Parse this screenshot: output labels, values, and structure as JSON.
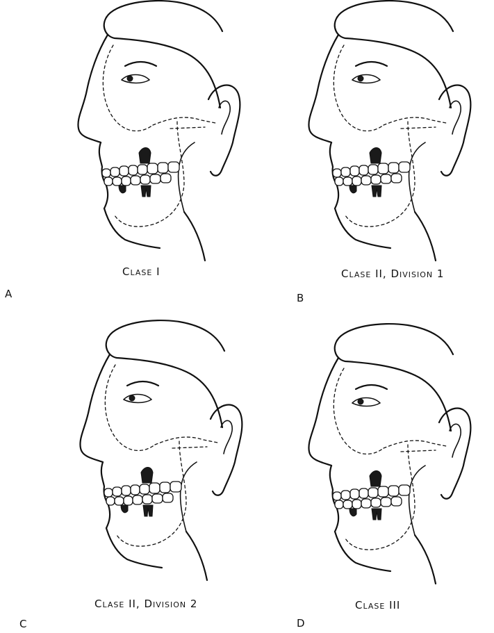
{
  "panels": [
    {
      "letter": "A",
      "caption": "Clase I"
    },
    {
      "letter": "B",
      "caption": "Clase II, Division 1"
    },
    {
      "letter": "C",
      "caption": "Clase II, Division 2"
    },
    {
      "letter": "D",
      "caption": "Clase III"
    }
  ]
}
